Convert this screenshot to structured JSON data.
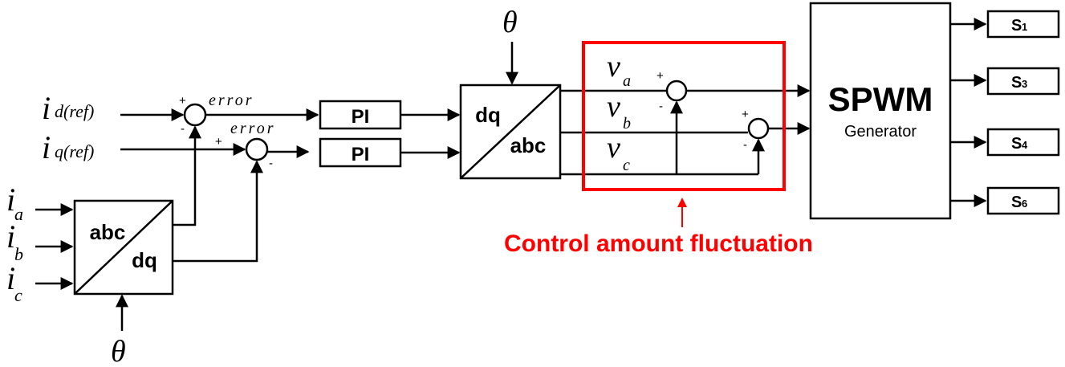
{
  "inputs": {
    "id_ref_main": "i",
    "id_ref_sub": "d(ref)",
    "iq_ref_main": "i",
    "iq_ref_sub": "q(ref)",
    "ia_main": "i",
    "ia_sub": "a",
    "ib_main": "i",
    "ib_sub": "b",
    "ic_main": "i",
    "ic_sub": "c"
  },
  "error_label": "error",
  "plus": "+",
  "minus": "-",
  "theta": "θ",
  "blocks": {
    "pi": "PI",
    "abc": "abc",
    "dq": "dq",
    "spwm_title": "SPWM",
    "spwm_sub": "Generator"
  },
  "voltages": {
    "va_main": "v",
    "va_sub": "a",
    "vb_main": "v",
    "vb_sub": "b",
    "vc_main": "v",
    "vc_sub": "c"
  },
  "outputs": [
    "S",
    "S",
    "S",
    "S"
  ],
  "output_subs": [
    "1",
    "3",
    "4",
    "6"
  ],
  "annotation": {
    "text": "Control amount fluctuation",
    "color": "#ff0000"
  }
}
